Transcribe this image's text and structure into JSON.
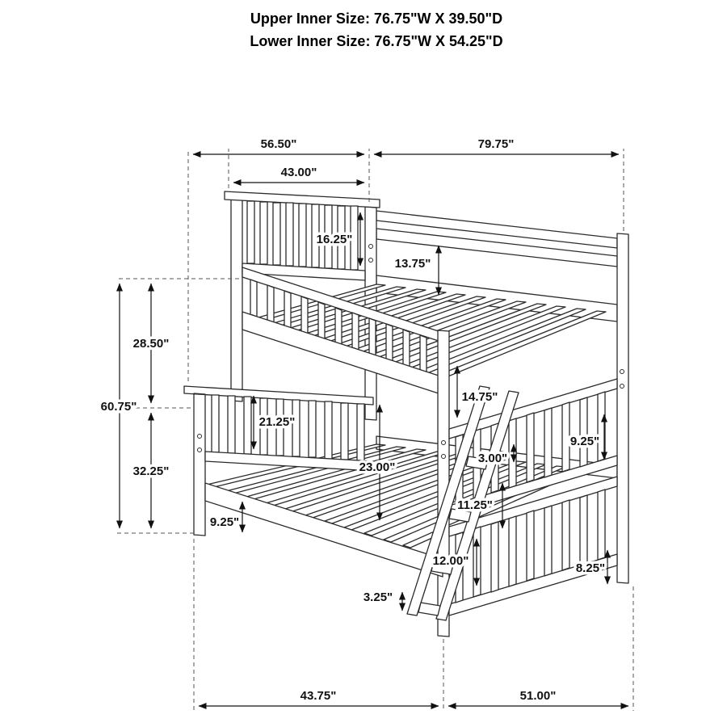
{
  "title": {
    "upper_inner_size": "Upper Inner Size: 76.75\"W X 39.50\"D",
    "lower_inner_size": "Lower Inner Size: 76.75\"W X 54.25\"D"
  },
  "dimensions": {
    "top_width": "56.50\"",
    "top_length": "79.75\"",
    "headboard_width": "43.00\"",
    "headboard_panel_height": "16.25\"",
    "back_rail_height": "13.75\"",
    "upper_height": "28.50\"",
    "overall_height": "60.75\"",
    "lower_height": "32.25\"",
    "lower_headboard_panel_height": "21.25\"",
    "guardrail_height": "14.75\"",
    "foot_panel_height": "9.25\"",
    "ladder_top_gap": "3.00\"",
    "bunk_clearance": "23.00\"",
    "rung_gap_upper": "11.25\"",
    "side_rail_height": "9.25\"",
    "rung_gap_lower": "12.00\"",
    "foot_rail_height": "8.25\"",
    "ladder_foot_offset": "3.25\"",
    "bottom_width": "43.75\"",
    "bottom_length": "51.00\""
  }
}
